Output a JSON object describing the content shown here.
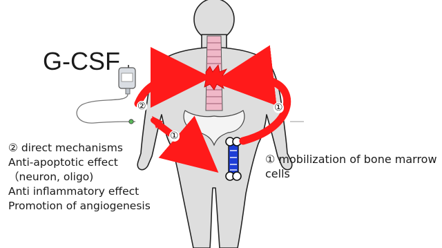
{
  "drug_label": "G-CSF",
  "markers": {
    "direct_upper": "②",
    "mobilization_lower_left": "①",
    "mobilization_right": "①"
  },
  "direct_mechanisms": {
    "heading": "② direct mechanisms",
    "lines": [
      "Anti-apoptotic effect",
      "（neuron, oligo)",
      "Anti inflammatory effect",
      "Promotion of angiogenesis"
    ]
  },
  "mobilization": {
    "lines": [
      "① mobilization of bone marrow",
      "cells"
    ]
  },
  "colors": {
    "arrow": "#ff1a1a",
    "body_fill": "#dedede",
    "body_outline": "#222222",
    "spine": "#f0b8c8",
    "pelvis": "#f2f2f2",
    "bone_marrow_blue": "#1f3fd6",
    "iv_bag": "#d9dde3"
  },
  "icons": [
    "human-body-figure",
    "spinal-cord",
    "lesion-burst",
    "iv-drip-bag",
    "bone-marrow-bone",
    "curved-arrow"
  ]
}
